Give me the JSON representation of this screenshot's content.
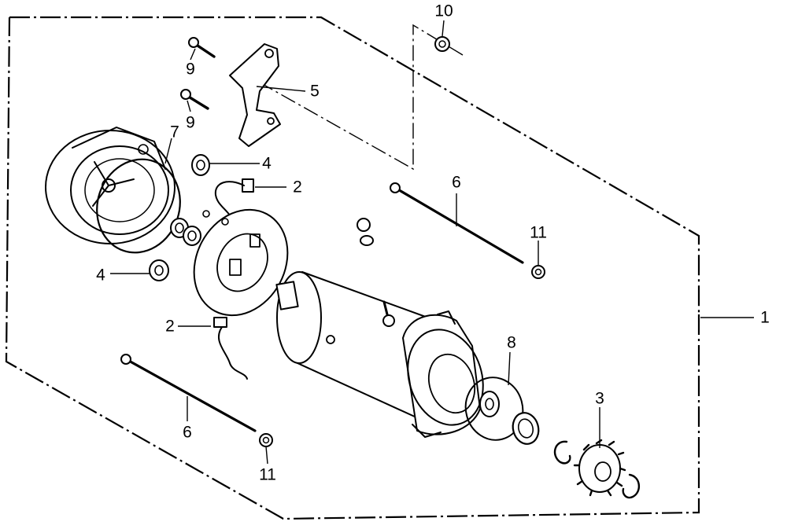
{
  "diagram": {
    "type": "exploded-parts-view",
    "colors": {
      "ink": "#000000",
      "paper": "#ffffff"
    },
    "callouts": [
      {
        "id": "c1",
        "label": "1"
      },
      {
        "id": "c2a",
        "label": "2"
      },
      {
        "id": "c2b",
        "label": "2"
      },
      {
        "id": "c3",
        "label": "3"
      },
      {
        "id": "c4a",
        "label": "4"
      },
      {
        "id": "c4b",
        "label": "4"
      },
      {
        "id": "c5",
        "label": "5"
      },
      {
        "id": "c6a",
        "label": "6"
      },
      {
        "id": "c6b",
        "label": "6"
      },
      {
        "id": "c7",
        "label": "7"
      },
      {
        "id": "c8",
        "label": "8"
      },
      {
        "id": "c9a",
        "label": "9"
      },
      {
        "id": "c9b",
        "label": "9"
      },
      {
        "id": "c10",
        "label": "10"
      },
      {
        "id": "c11a",
        "label": "11"
      },
      {
        "id": "c11b",
        "label": "11"
      }
    ]
  }
}
